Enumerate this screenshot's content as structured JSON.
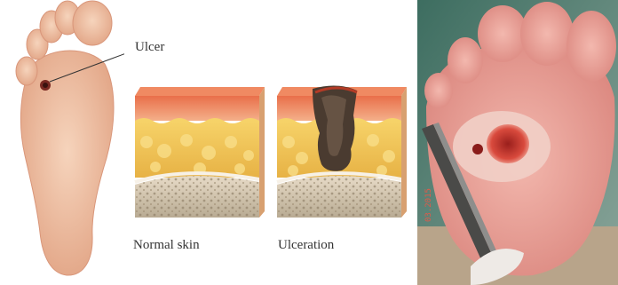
{
  "labels": {
    "ulcer": "Ulcer",
    "normal_skin": "Normal skin",
    "ulceration": "Ulceration"
  },
  "photo_overlay_text": "03.2015",
  "icons": [
    "foot-sole-illustration",
    "skin-cross-section",
    "ulcer-cross-section",
    "clinical-photo-foot-ulcer"
  ],
  "colors": {
    "skin": "#f2c6a8",
    "skin_shadow": "#e0a283",
    "epidermis": "#e98a5a",
    "fat": "#f0c24f",
    "ulcer_dark": "#4a3b30",
    "wound_red": "#c7322c",
    "background": "#ffffff"
  }
}
